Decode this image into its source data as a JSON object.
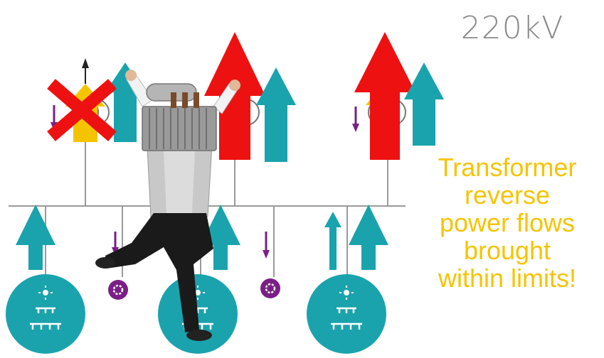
{
  "header": {
    "voltage_label": "220kV"
  },
  "caption": {
    "lines": [
      "Transformer",
      "reverse",
      "power flows",
      "brought",
      "within limits!"
    ]
  },
  "colors": {
    "teal": "#1aa3ad",
    "red": "#ee1111",
    "yellow": "#f5c400",
    "purple": "#7a1f86",
    "line_gray": "#9a9a9a",
    "text_gray": "#8a8a8a"
  },
  "icons": [
    "solar-farm-icon",
    "load-gear-icon",
    "transformer-icon",
    "up-arrow-icon",
    "down-arrow-icon",
    "cross-out-icon",
    "jumping-person-figure"
  ]
}
